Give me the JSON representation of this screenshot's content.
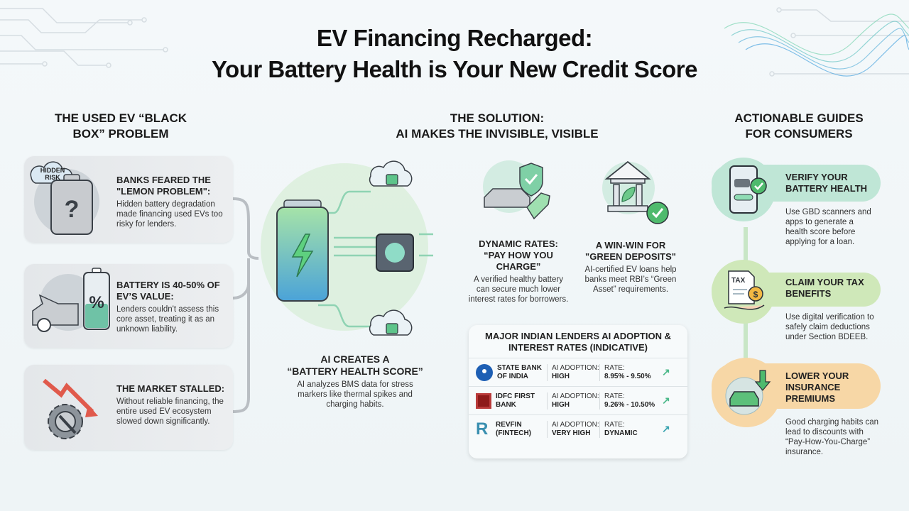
{
  "header": {
    "title_line1": "EV Financing Recharged:",
    "title_line2": "Your Battery Health is Your New Credit Score"
  },
  "problem": {
    "heading_line1": "THE USED EV “BLACK",
    "heading_line2": "BOX” PROBLEM",
    "cards": [
      {
        "icon": "mystery-battery-icon",
        "badge": "HIDDEN RISK",
        "title": "BANKS FEARED THE \"LEMON PROBLEM\":",
        "text": "Hidden battery degradation made financing used EVs too risky for lenders."
      },
      {
        "icon": "car-battery-percent-icon",
        "badge_symbol": "%",
        "title": "BATTERY IS 40-50% OF EV’S VALUE:",
        "text": "Lenders couldn't assess this core asset, treating it as an unknown liability."
      },
      {
        "icon": "declining-gear-icon",
        "title": "THE MARKET STALLED:",
        "text": "Without reliable financing, the entire used EV ecosystem slowed down significantly."
      }
    ]
  },
  "solution": {
    "heading_line1": "THE SOLUTION:",
    "heading_line2": "AI MAKES THE INVISIBLE, VISIBLE",
    "core": {
      "title_line1": "AI CREATES A",
      "title_line2": "“BATTERY HEALTH SCORE”",
      "text": "AI analyzes BMS data for stress markers like thermal spikes and charging habits."
    },
    "benefits": [
      {
        "icon": "car-shield-price-tag-icon",
        "title": "DYNAMIC RATES: “PAY HOW YOU CHARGE”",
        "text": "A verified healthy battery can secure much lower interest rates for borrowers."
      },
      {
        "icon": "bank-leaf-check-icon",
        "title": "A WIN-WIN FOR \"GREEN DEPOSITS\"",
        "text": "AI-certified EV loans help banks meet RBI’s “Green Asset” requirements."
      }
    ],
    "lenders": {
      "title": "MAJOR INDIAN LENDERS AI ADOPTION & INTEREST RATES (INDICATIVE)",
      "adoption_label": "AI ADOPTION:",
      "rate_label": "RATE:",
      "rows": [
        {
          "name": "STATE BANK OF INDIA",
          "adoption": "HIGH",
          "rate": "8.95% - 9.50%",
          "logo_color": "#1e5fb4"
        },
        {
          "name": "IDFC FIRST BANK",
          "adoption": "HIGH",
          "rate": "9.26% - 10.50%",
          "logo_color": "#8e1a1a"
        },
        {
          "name": "REVFIN (FINTECH)",
          "adoption": "VERY HIGH",
          "rate": "DYNAMIC",
          "logo_color": "#3a8fb0"
        }
      ]
    }
  },
  "guides": {
    "heading_line1": "ACTIONABLE GUIDES",
    "heading_line2": "FOR CONSUMERS",
    "items": [
      {
        "icon": "phone-car-check-icon",
        "title": "VERIFY YOUR BATTERY HEALTH",
        "text": "Use GBD scanners and apps to generate a health score before applying for a loan.",
        "color": "#bfe6d6"
      },
      {
        "icon": "tax-document-hand-icon",
        "badge": "TAX",
        "title": "CLAIM YOUR TAX BENEFITS",
        "text": "Use digital verification to safely claim deductions under Section BDEEB.",
        "color": "#cfe8b9"
      },
      {
        "icon": "car-down-arrow-icon",
        "title": "LOWER YOUR INSURANCE PREMIUMS",
        "text": "Good charging habits can lead to discounts with “Pay-How-You-Charge” insurance.",
        "color": "#f7d7a6"
      }
    ]
  }
}
